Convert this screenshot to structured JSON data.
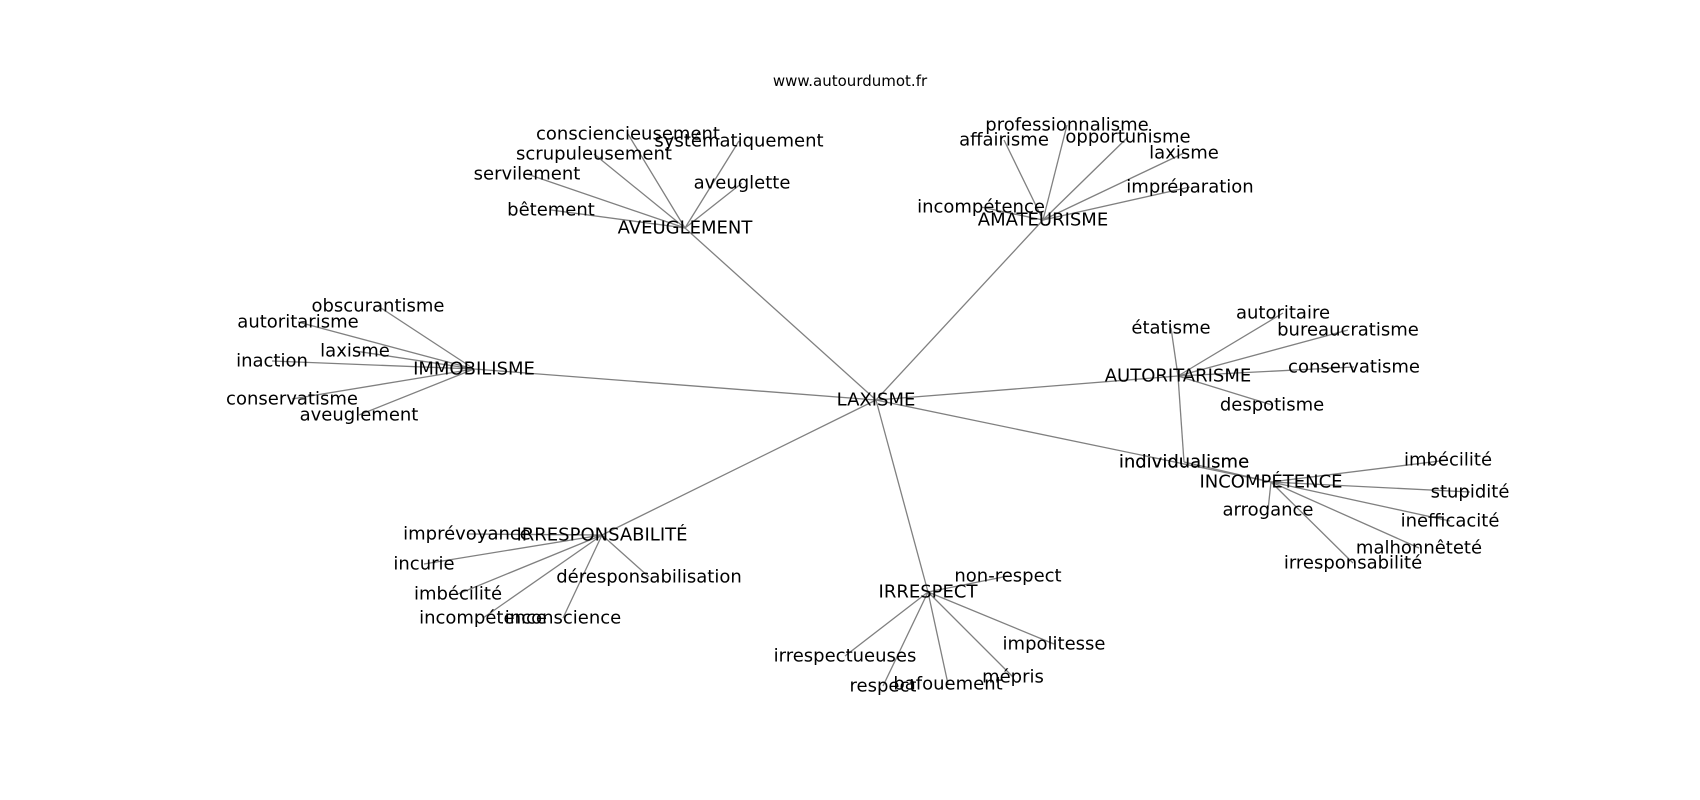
{
  "source": "www.autourdumot.fr",
  "center": "LAXISME",
  "clusters": [
    {
      "id": "aveuglement",
      "label": "AVEUGLEMENT",
      "words": [
        "consciencieusement",
        "systématiquement",
        "scrupuleusement",
        "servilement",
        "aveuglette",
        "bêtement"
      ]
    },
    {
      "id": "amateurisme",
      "label": "AMATEURISME",
      "words": [
        "professionnalisme",
        "affairisme",
        "opportunisme",
        "laxisme",
        "impréparation",
        "incompétence"
      ]
    },
    {
      "id": "immobilisme",
      "label": "IMMOBILISME",
      "words": [
        "obscurantisme",
        "autoritarisme",
        "laxisme",
        "inaction",
        "conservatisme",
        "aveuglement"
      ]
    },
    {
      "id": "autoritarisme",
      "label": "AUTORITARISME",
      "words": [
        "autoritaire",
        "étatisme",
        "bureaucratisme",
        "conservatisme",
        "despotisme",
        "individualisme"
      ]
    },
    {
      "id": "incompetence",
      "label": "INCOMPÉTENCE",
      "words": [
        "individualisme",
        "imbécilité",
        "stupidité",
        "arrogance",
        "inefficacité",
        "malhonnêteté",
        "irresponsabilité"
      ]
    },
    {
      "id": "irresponsabilite",
      "label": "IRRESPONSABILITÉ",
      "words": [
        "imprévoyance",
        "incurie",
        "imbécilité",
        "incompétence",
        "déresponsabilisation",
        "inconscience"
      ]
    },
    {
      "id": "irrespect",
      "label": "IRRESPECT",
      "words": [
        "non-respect",
        "irrespectueuses",
        "impolitesse",
        "respect",
        "bafouement",
        "mépris"
      ]
    }
  ]
}
